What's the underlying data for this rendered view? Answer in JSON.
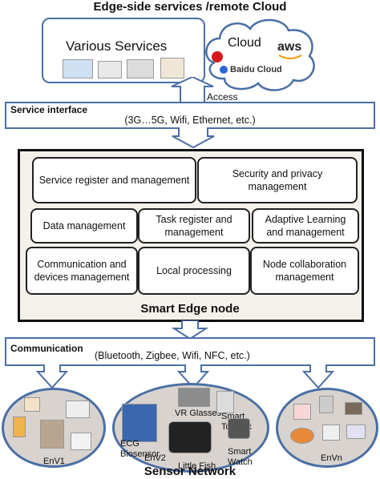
{
  "top_title": "Edge-side services /remote Cloud",
  "services_label": "Various Services",
  "cloud_label": "Cloud",
  "aws_label": "aws",
  "baidu_label": "Baidu Cloud",
  "access_label": "Access",
  "service_interface": {
    "title": "Service interface",
    "detail": "(3G…5G, Wifi, Ethernet, etc.)"
  },
  "edge_node": {
    "title": "Smart Edge node",
    "modules": {
      "service_register": "Service register and management",
      "security": "Security and privacy management",
      "data_mgmt": "Data management",
      "task_register": "Task register and management",
      "adaptive_learning": "Adaptive Learning and management",
      "communication_devices": "Communication and devices management",
      "local_processing": "Local processing",
      "node_collaboration": "Node collaboration management"
    }
  },
  "communication": {
    "title": "Communication",
    "detail": "(Bluetooth, Zigbee, Wifi,  NFC, etc.)"
  },
  "environments": {
    "env1": "EnV1",
    "env2": "EnV2",
    "envn": "EnVn"
  },
  "devices": {
    "vr_glasses": "VR Glasses",
    "smart_toolbox": "Smart Toolbox",
    "ecg_biosensor": "ECG Biosensor",
    "little_fish": "Little Fish",
    "smart_watch": "Smart Watch"
  },
  "bottom_title": "Sensor Network",
  "colors": {
    "border_blue": "#4a6fa5",
    "node_bg": "#f4f1ea",
    "ellipse_bg": "#d8d3cf"
  }
}
